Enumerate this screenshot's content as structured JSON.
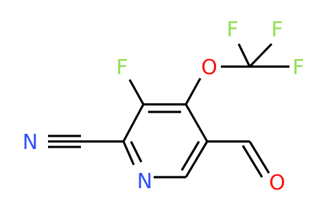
{
  "molecule": {
    "atoms": [
      {
        "id": "a_N_ring",
        "symbol": "N",
        "label": "N",
        "color": "#3050F8"
      },
      {
        "id": "a_N_cyano",
        "symbol": "N",
        "label": "N",
        "color": "#3050F8"
      },
      {
        "id": "a_F_ring",
        "symbol": "F",
        "label": "F",
        "color": "#90E050"
      },
      {
        "id": "a_O_ether",
        "symbol": "O",
        "label": "O",
        "color": "#FF0D0D"
      },
      {
        "id": "a_F_cf3_1",
        "symbol": "F",
        "label": "F",
        "color": "#90E050"
      },
      {
        "id": "a_F_cf3_2",
        "symbol": "F",
        "label": "F",
        "color": "#90E050"
      },
      {
        "id": "a_F_cf3_3",
        "symbol": "F",
        "label": "F",
        "color": "#90E050"
      },
      {
        "id": "a_O_ald",
        "symbol": "O",
        "label": "O",
        "color": "#FF0D0D"
      }
    ],
    "bond_color": "#000000"
  }
}
